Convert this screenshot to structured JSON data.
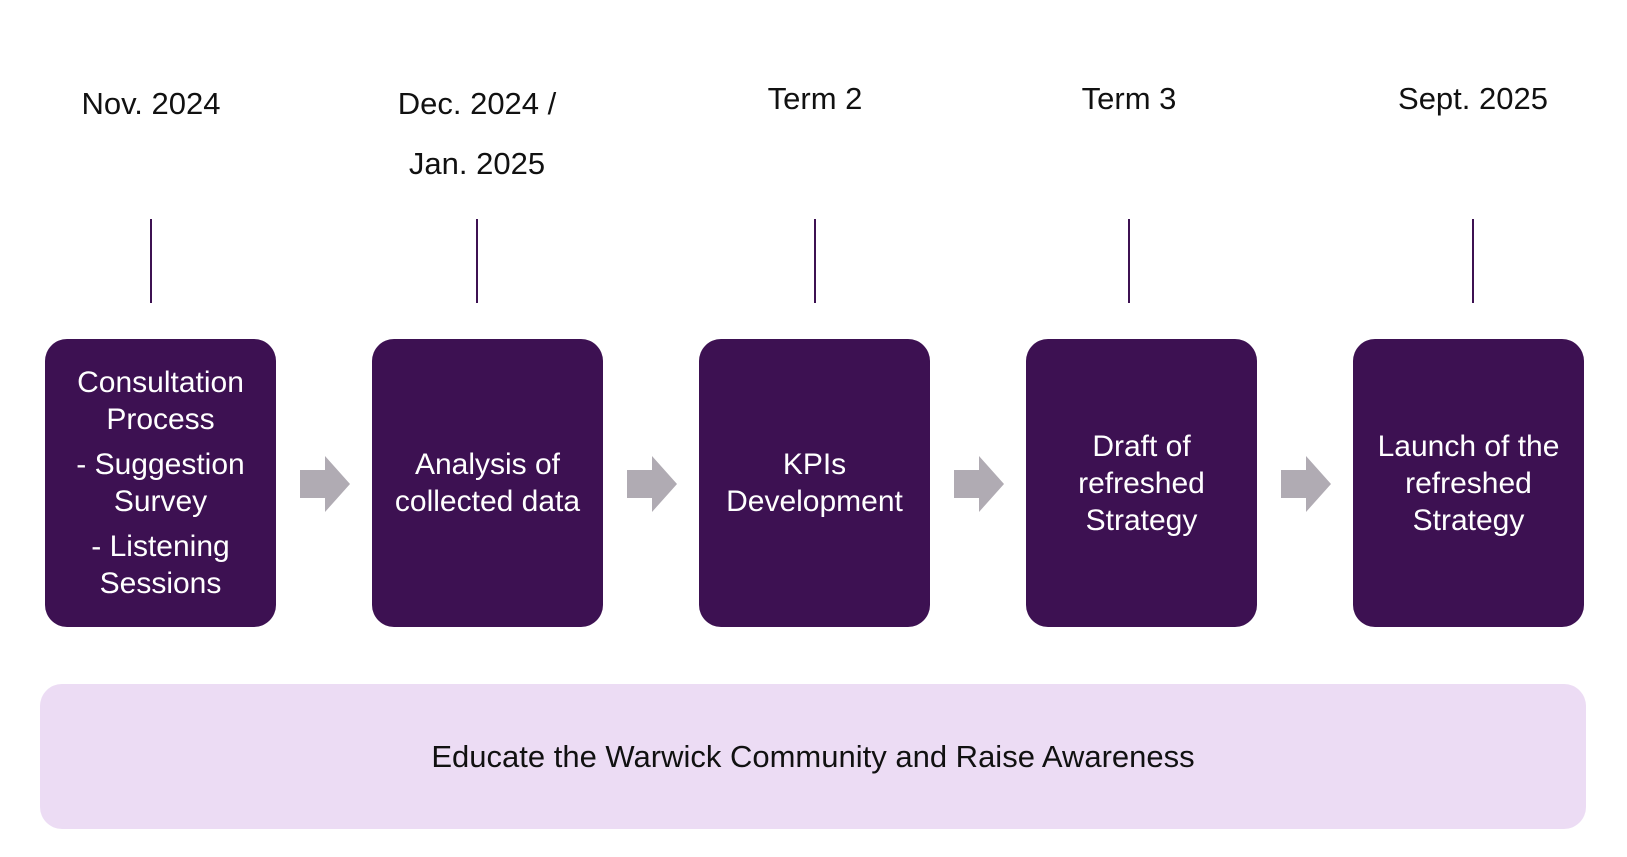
{
  "milestones": [
    {
      "date": [
        "Nov. 2024"
      ],
      "step": [
        "Consultation Process",
        "- Suggestion Survey",
        "- Listening Sessions"
      ]
    },
    {
      "date": [
        "Dec. 2024 /",
        "Jan. 2025"
      ],
      "step": [
        "Analysis of collected data"
      ]
    },
    {
      "date": [
        "Term 2"
      ],
      "step": [
        "KPIs Development"
      ]
    },
    {
      "date": [
        "Term 3"
      ],
      "step": [
        "Draft of refreshed Strategy"
      ]
    },
    {
      "date": [
        "Sept. 2025"
      ],
      "step": [
        "Launch of the refreshed Strategy"
      ]
    }
  ],
  "banner": "Educate the Warwick Community and Raise Awareness",
  "colors": {
    "box": "#3d1152",
    "banner": "#ecdcf4",
    "arrow": "#b0abb3"
  }
}
